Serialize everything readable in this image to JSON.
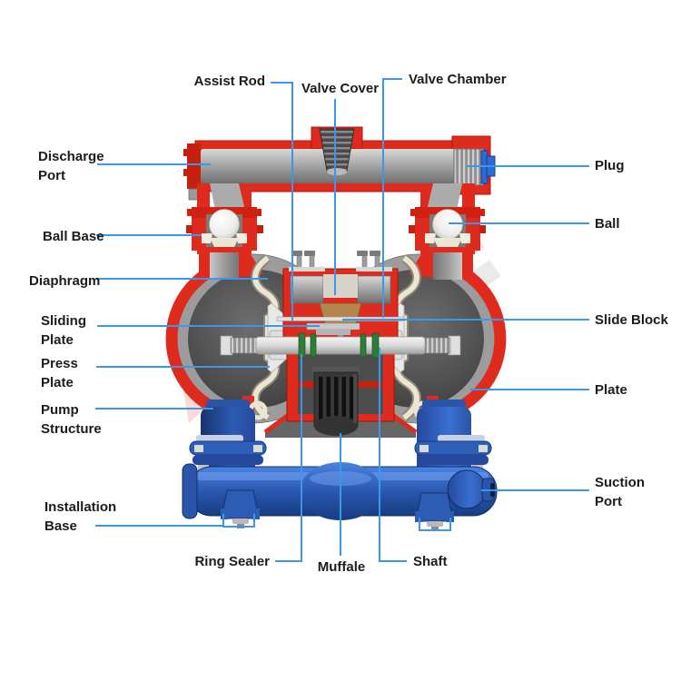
{
  "diagram": {
    "subject": "Air-operated double diaphragm pump cutaway",
    "labels": {
      "assist_rod": {
        "line1": "Assist Rod"
      },
      "valve_cover": {
        "line1": "Valve Cover"
      },
      "valve_chamber": {
        "line1": "Valve Chamber"
      },
      "discharge_port": {
        "line1": "Discharge",
        "line2": "Port"
      },
      "plug": {
        "line1": "Plug"
      },
      "ball_base": {
        "line1": "Ball Base"
      },
      "ball": {
        "line1": "Ball"
      },
      "diaphragm": {
        "line1": "Diaphragm"
      },
      "sliding_plate": {
        "line1": "Sliding",
        "line2": "Plate"
      },
      "slide_block": {
        "line1": "Slide Block"
      },
      "press_plate": {
        "line1": "Press",
        "line2": "Plate"
      },
      "pump_structure": {
        "line1": "Pump",
        "line2": "Structure"
      },
      "plate": {
        "line1": "Plate"
      },
      "suction_port": {
        "line1": "Suction",
        "line2": "Port"
      },
      "installation_base": {
        "line1": "Installation",
        "line2": "Base"
      },
      "ring_sealer": {
        "line1": "Ring Sealer"
      },
      "muffale": {
        "line1": "Muffale"
      },
      "shaft": {
        "line1": "Shaft"
      }
    },
    "colors": {
      "leader_line": "#3d97e8",
      "label_text": "#1c1c1c",
      "casing_red": "#df2b1d",
      "casing_red_dark": "#c6200f",
      "metal_gray": "#a8a8a8",
      "chamber_dark": "#4d4d4d",
      "diaphragm_cream": "#ece5d2",
      "ball_white": "#f5f5f3",
      "body_blue": "#2c5cb4",
      "body_navy": "#16346e",
      "plug_blue": "#2f6ad2",
      "seal_green": "#2e7d36",
      "slide_block_tan": "#b6854e",
      "muffler_dark": "#383838",
      "watermark_gray": "#d2d2d2",
      "watermark_pink": "#ef6a5e",
      "background": "#ffffff"
    }
  }
}
